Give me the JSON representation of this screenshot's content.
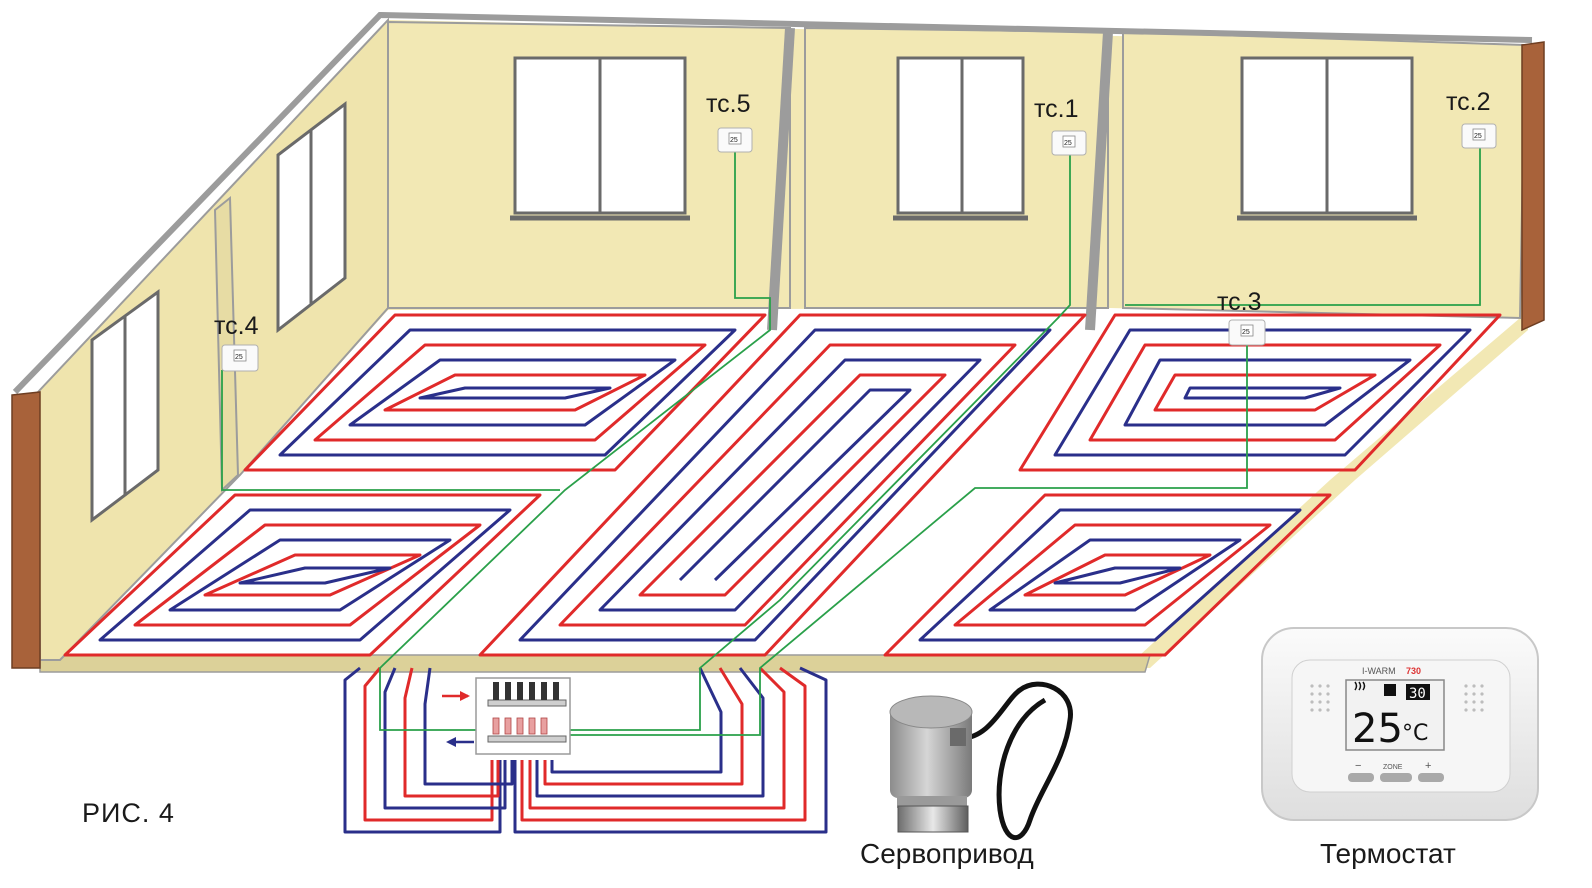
{
  "figure_label": "РИС. 4",
  "thermostat_labels": {
    "tc1": "тс.1",
    "tc2": "тс.2",
    "tc3": "тс.3",
    "tc4": "тс.4",
    "tc5": "тс.5"
  },
  "servo_caption": "Сервопривод",
  "thermostat_caption": "Термостат",
  "thermostat_device": {
    "brand": "I-WARM",
    "model": "730",
    "temperature": "25",
    "unit": "°C",
    "setpoint": "30",
    "zone_label": "ZONE",
    "minus": "−",
    "plus": "+"
  },
  "mini_thermostat_reading": "25",
  "colors": {
    "wall": "#f2e8b4",
    "wall_side": "#dcd199",
    "wall_edge": "#9c9c9c",
    "brick": "#a8623a",
    "supply_pipe": "#e02a2a",
    "return_pipe": "#2a2f8a",
    "signal_wire": "#2aa04a"
  }
}
